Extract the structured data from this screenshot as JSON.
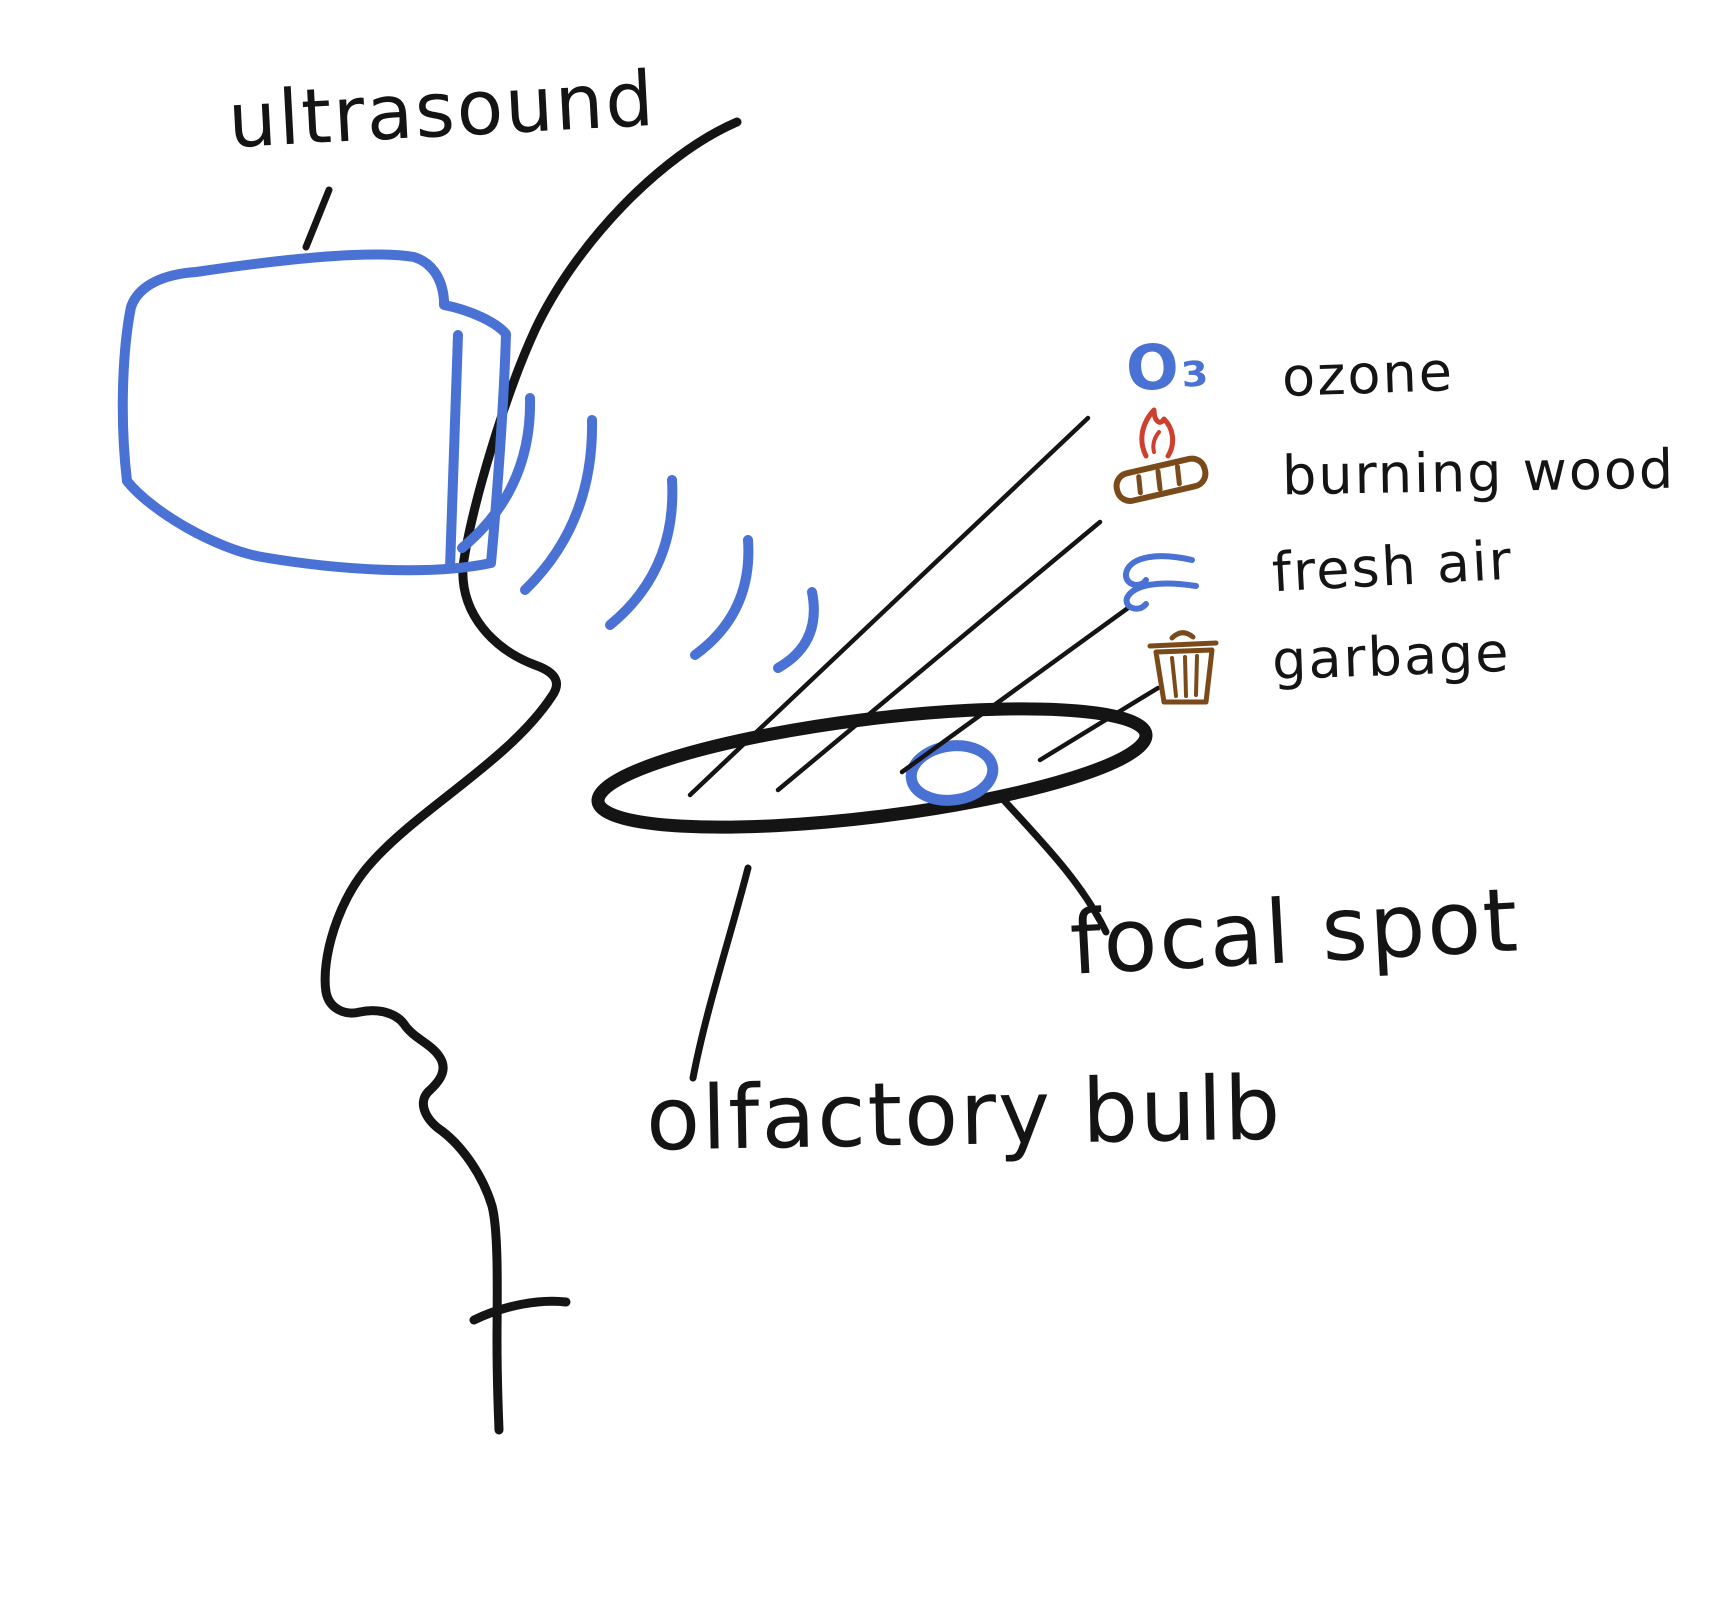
{
  "labels": {
    "ultrasound": "ultrasound",
    "ozone_formula": "O₃",
    "ozone": "ozone",
    "burning_wood": "burning wood",
    "fresh_air": "fresh air",
    "garbage": "garbage",
    "focal_spot": "focal spot",
    "olfactory_bulb": "olfactory bulb"
  },
  "colors": {
    "ink": "#141414",
    "blue": "#4a71d4",
    "brown": "#7a4a1a",
    "flame": "#cf3f2e",
    "background": "#ffffff"
  }
}
